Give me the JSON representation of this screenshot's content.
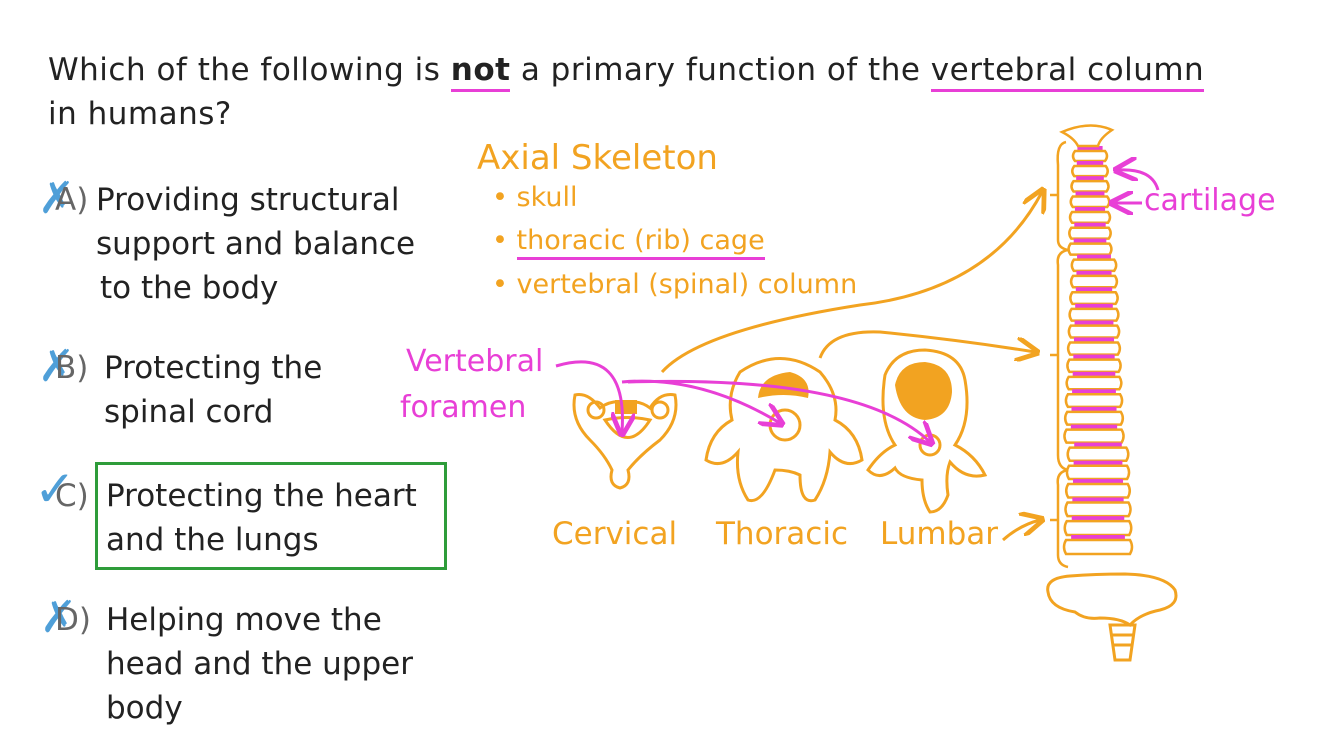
{
  "question": {
    "part1": "Which of the following is",
    "emphasis": "not",
    "part2": "a primary function of the",
    "term": "vertebral column",
    "part3": "in humans?"
  },
  "options": [
    {
      "letter": "A",
      "lines": [
        "Providing structural",
        "support and balance",
        "to the body"
      ],
      "mark": "✗"
    },
    {
      "letter": "B",
      "lines": [
        "Protecting the",
        "spinal cord"
      ],
      "mark": "✗"
    },
    {
      "letter": "C",
      "lines": [
        "Protecting the heart",
        "and the lungs"
      ],
      "mark": "✓",
      "correct": true
    },
    {
      "letter": "D",
      "lines": [
        "Helping move the",
        "head and the upper",
        "body"
      ],
      "mark": "✗"
    }
  ],
  "axial": {
    "title": "Axial Skeleton",
    "items": [
      "skull",
      "thoracic (rib) cage",
      "vertebral (spinal) column"
    ]
  },
  "labels": {
    "vertebral_foramen": [
      "Vertebral",
      "foramen"
    ],
    "cervical": "Cervical",
    "thoracic": "Thoracic",
    "lumbar": "Lumbar",
    "cartilage": "cartilage"
  },
  "colors": {
    "orange": "#f2a321",
    "pink": "#e83fd6",
    "green": "#2e9c3a",
    "blue": "#4f9fd8",
    "ink": "#222222"
  }
}
